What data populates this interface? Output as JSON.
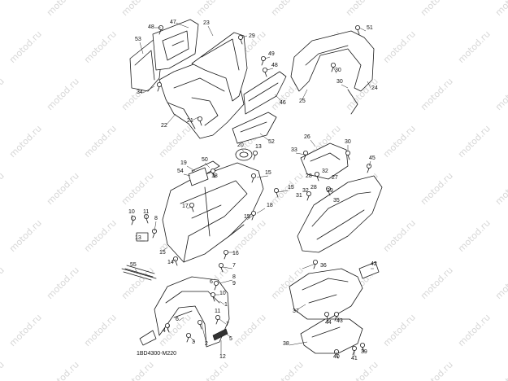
{
  "watermark": {
    "text": "motod.ru"
  },
  "diagram_code": "1BD4300-M220",
  "part_labels": [
    "1",
    "2",
    "3",
    "4",
    "5",
    "6",
    "7",
    "8",
    "9",
    "10",
    "11",
    "12",
    "13",
    "14",
    "15",
    "16",
    "17",
    "18",
    "19",
    "20",
    "21",
    "22",
    "23",
    "24",
    "25",
    "26",
    "27",
    "28",
    "29",
    "30",
    "31",
    "32",
    "33",
    "34",
    "35",
    "36",
    "37",
    "38",
    "39",
    "40",
    "41",
    "42",
    "43",
    "44",
    "45",
    "46",
    "47",
    "48",
    "49",
    "50",
    "51",
    "52",
    "53",
    "54",
    "55"
  ],
  "colors": {
    "line": "#1a1a1a",
    "watermark": "#d7d7d7",
    "background": "#ffffff"
  }
}
